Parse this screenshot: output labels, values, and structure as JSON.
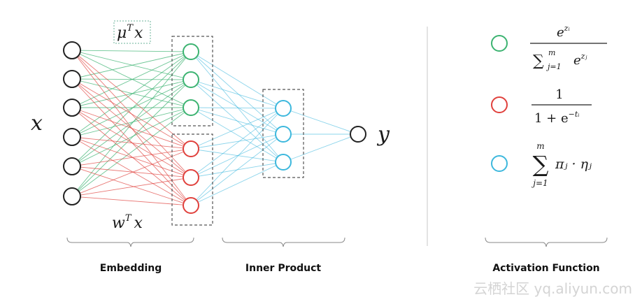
{
  "diagram": {
    "input_label": "x",
    "output_label": "y",
    "mu_label_base": "μ",
    "mu_label_sup": "T",
    "mu_label_tail": "x",
    "w_label_base": "w",
    "w_label_sup": "T",
    "w_label_tail": "x",
    "sections": {
      "embedding": "Embedding",
      "inner_product": "Inner Product",
      "activation": "Activation Function"
    },
    "legend": {
      "softmax": {
        "numerator_base": "e",
        "numerator_sup": "zᵢ",
        "sum_symbol": "∑",
        "sum_upper": "m",
        "sum_lower": "j=1",
        "denominator_term_base": "e",
        "denominator_term_sup": "zⱼ"
      },
      "sigmoid": {
        "numerator": "1",
        "denominator_base": "1 + e",
        "denominator_sup": "−tᵢ"
      },
      "sum": {
        "sum_symbol": "∑",
        "upper": "m",
        "lower": "j=1",
        "term": "πⱼ · ηⱼ"
      }
    },
    "colors": {
      "green": "#3cb371",
      "red": "#e0403c",
      "blue": "#3db8dd",
      "black": "#222222"
    },
    "watermark": "云栖社区 yq.aliyun.com"
  }
}
